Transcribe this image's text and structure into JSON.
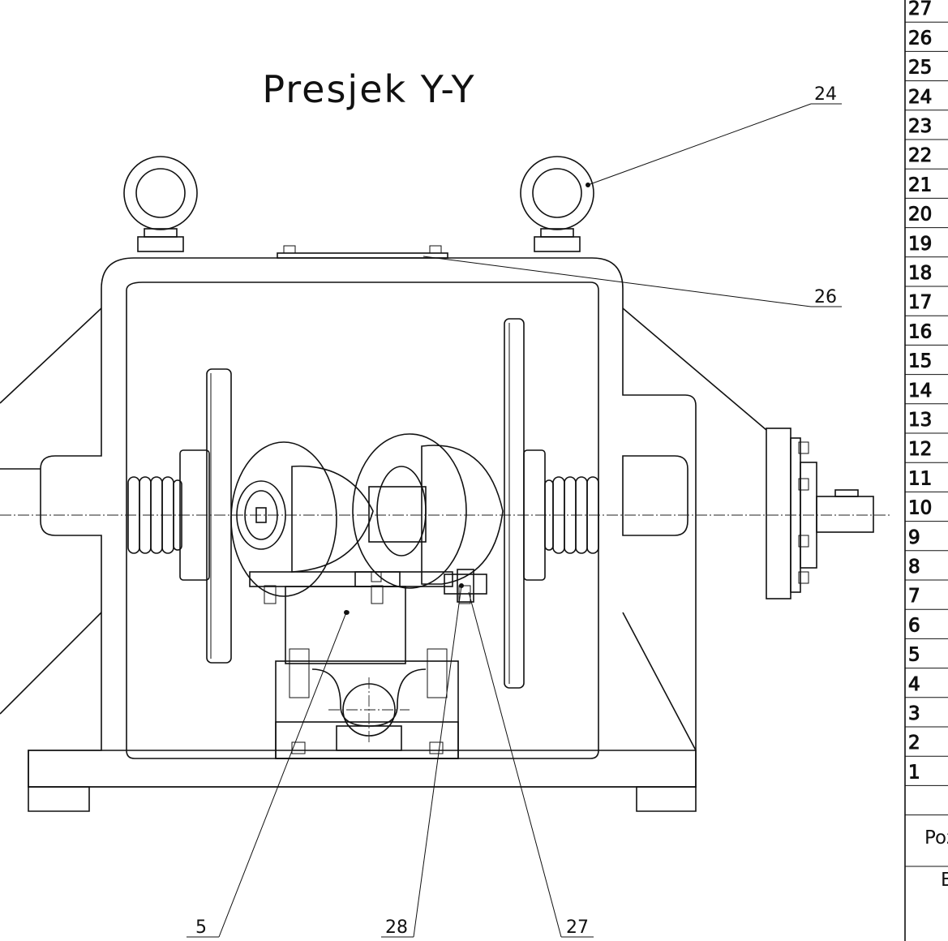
{
  "view_title": "Presjek Y-Y",
  "callouts": [
    {
      "id": "callout-24",
      "label": "24"
    },
    {
      "id": "callout-26",
      "label": "26"
    },
    {
      "id": "callout-5",
      "label": "5"
    },
    {
      "id": "callout-28",
      "label": "28"
    },
    {
      "id": "callout-27",
      "label": "27"
    }
  ],
  "parts_table": {
    "rows": [
      "27",
      "26",
      "25",
      "24",
      "23",
      "22",
      "21",
      "20",
      "19",
      "18",
      "17",
      "16",
      "15",
      "14",
      "13",
      "12",
      "11",
      "10",
      "9",
      "8",
      "7",
      "6",
      "5",
      "4",
      "3",
      "2",
      "1"
    ],
    "header_1": "Poz",
    "header_2": "B"
  },
  "colors": {
    "line": "#111111",
    "hatch": "#111111",
    "background": "#ffffff"
  }
}
